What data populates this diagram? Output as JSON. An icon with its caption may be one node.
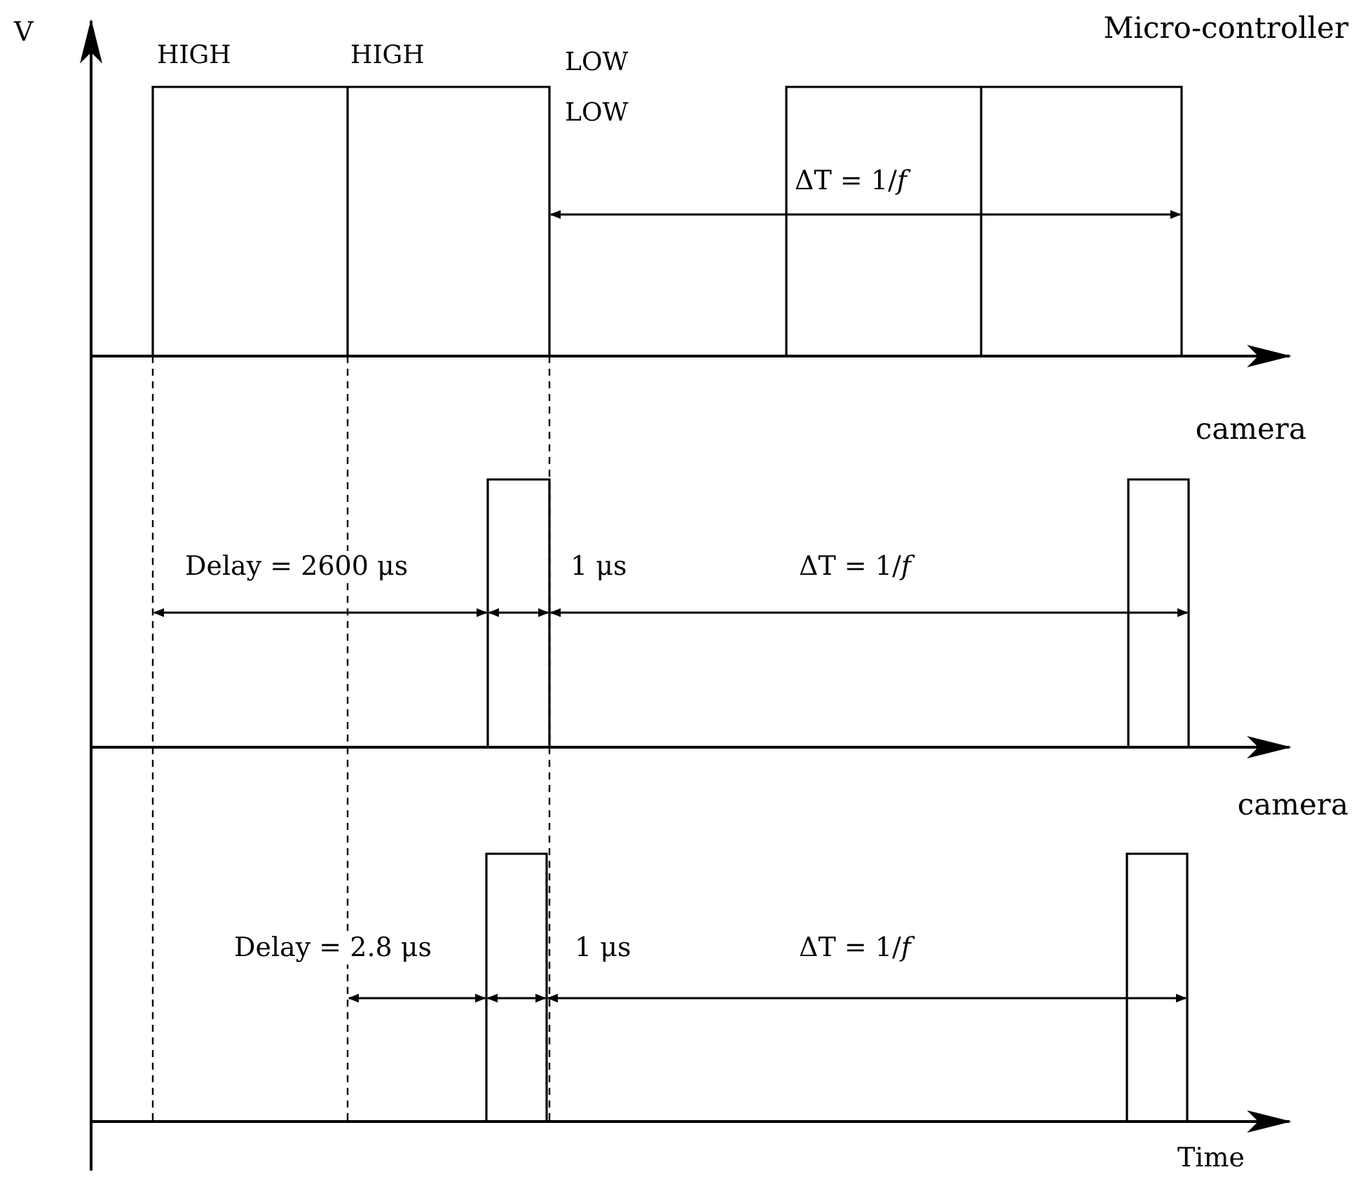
{
  "diagram": {
    "labels": [
      "V",
      "HIGH",
      "HIGH",
      "LOW",
      "LOW",
      "Micro-controller",
      "ΔT = 1/*f*",
      "camera",
      "Delay = 2600 μs",
      "1 μs",
      "ΔT = 1/*f*",
      "camera",
      "Delay = 2.8 μs",
      "1 μs",
      "ΔT = 1/*f*",
      "Time"
    ]
  }
}
